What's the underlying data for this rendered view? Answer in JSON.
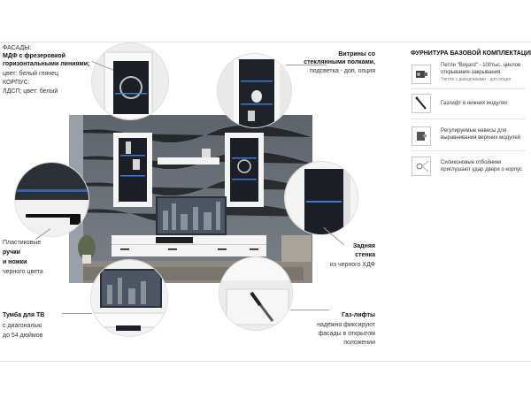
{
  "left_texts": {
    "facades_title": "ФАСАДЫ:",
    "facades_l1": "МДФ с фрезеровкой",
    "facades_l2": "горизонтальными линиями;",
    "facades_l3": "цвет: белый глянец",
    "body_title": "КОРПУС:",
    "body_l1": "ЛДСП; цвет: белый",
    "handles_l1": "Пластиковые",
    "handles_l2": "ручки",
    "handles_l3": "и ножки",
    "handles_l4": "черного цвета",
    "tv_l1": "Тумба для ТВ",
    "tv_l2": "с диагональю",
    "tv_l3": "до 54 дюймов"
  },
  "right_texts": {
    "vitrine_l1": "Витрины со",
    "vitrine_l2": "стеклянными полками,",
    "vitrine_l3": "подсветка - доп. опция",
    "back_l1": "Задняя",
    "back_l2": "стенка",
    "back_l3": "из черного ХДФ",
    "gas_l1": "Газ-лифты",
    "gas_l2": "надежно фиксируют",
    "gas_l3": "фасады в открытом",
    "gas_l4": "положении"
  },
  "hardware": {
    "title": "ФУРНИТУРА БАЗОВОЙ КОМПЛЕКТАЦИИ:",
    "items": [
      {
        "icon": "hinge-icon",
        "line1": "Петли \"Boyard\" - 100тыс. циклов",
        "line2": "открывания-закрывания",
        "note": "*петли с доводчиками - доп.опция"
      },
      {
        "icon": "gaslift-icon",
        "line1": "Газлифт в нижних модулях",
        "line2": "",
        "note": ""
      },
      {
        "icon": "hanger-icon",
        "line1": "Регулируемые навесы для",
        "line2": "выравнивания верхних модулей",
        "note": ""
      },
      {
        "icon": "bumper-icon",
        "line1": "Силиконовые отбойники",
        "line2": "приглушают удар двери о корпус",
        "note": ""
      }
    ]
  },
  "colors": {
    "wall": "#6f747b",
    "white_gloss": "#f4f4f4",
    "black_back": "#1c1f26",
    "led_blue": "#3a7bd5"
  }
}
